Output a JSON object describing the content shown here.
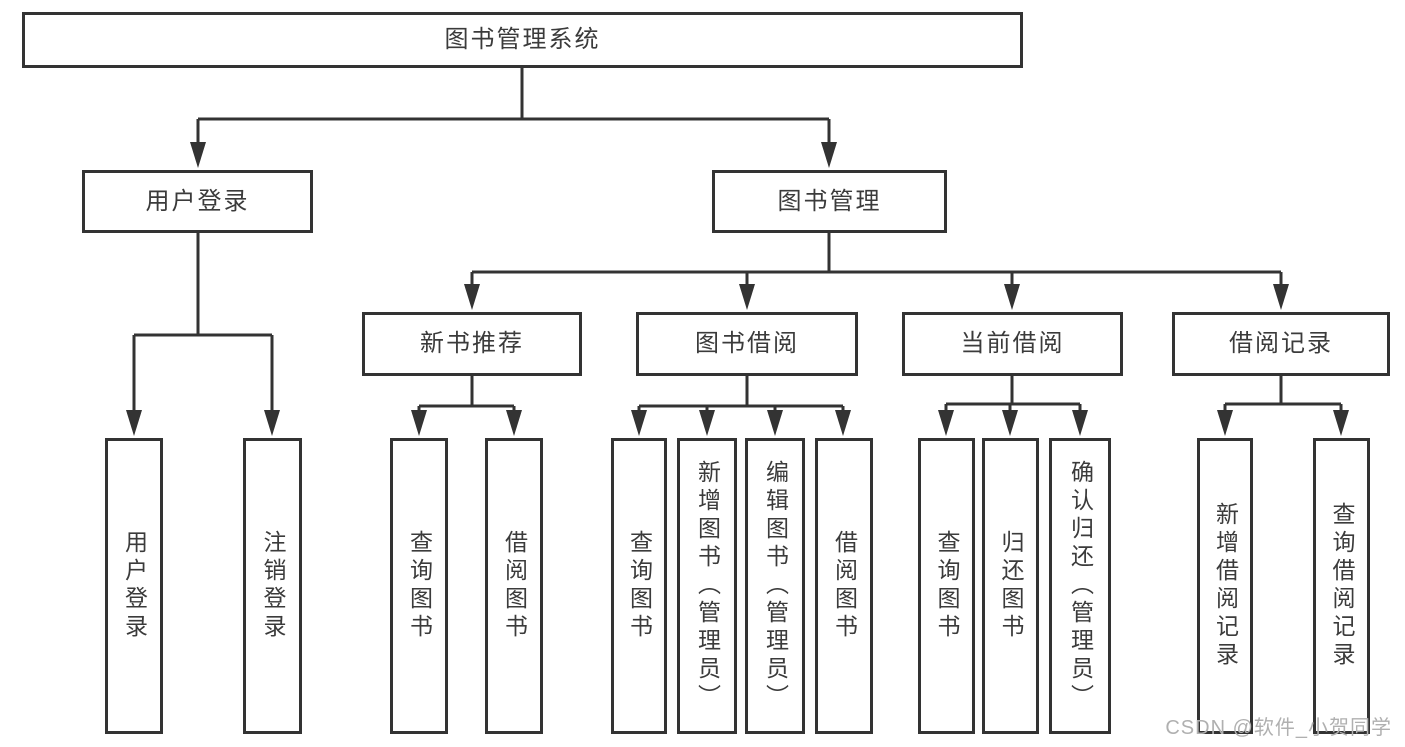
{
  "diagram_title": "图书管理系统",
  "tree": {
    "label": "图书管理系统",
    "children": [
      {
        "label": "用户登录",
        "children": [
          {
            "label": "用户登录"
          },
          {
            "label": "注销登录"
          }
        ]
      },
      {
        "label": "图书管理",
        "children": [
          {
            "label": "新书推荐",
            "children": [
              {
                "label": "查询图书"
              },
              {
                "label": "借阅图书"
              }
            ]
          },
          {
            "label": "图书借阅",
            "children": [
              {
                "label": "查询图书"
              },
              {
                "label": "新增图书（管理员）"
              },
              {
                "label": "编辑图书（管理员）"
              },
              {
                "label": "借阅图书"
              }
            ]
          },
          {
            "label": "当前借阅",
            "children": [
              {
                "label": "查询图书"
              },
              {
                "label": "归还图书"
              },
              {
                "label": "确认归还（管理员）"
              }
            ]
          },
          {
            "label": "借阅记录",
            "children": [
              {
                "label": "新增借阅记录"
              },
              {
                "label": "查询借阅记录"
              }
            ]
          }
        ]
      }
    ]
  },
  "watermark": {
    "text": "CSDN @软件_小贺同学",
    "color": "#b0b0b0"
  },
  "colors": {
    "background": "#ffffff",
    "node_background": "#ffffff",
    "node_border": "#333333",
    "line": "#333333",
    "text": "#3b3b3b"
  }
}
